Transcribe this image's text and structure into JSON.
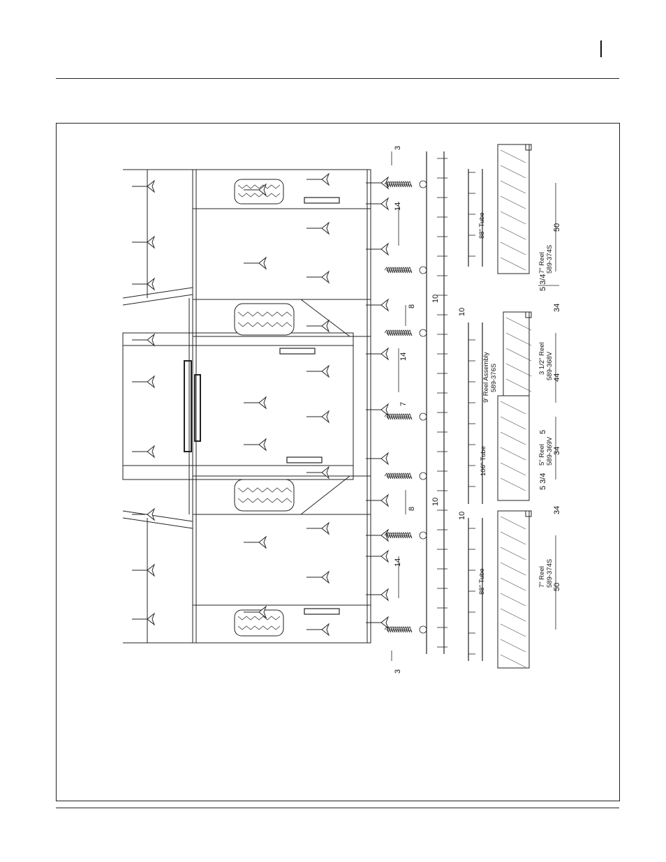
{
  "labels": {
    "reel_top": {
      "size": "7\" Reel",
      "part": "589-374S"
    },
    "tube_top": "88\" Tube",
    "reel_assembly": {
      "size": "9' Reel Assembly",
      "part": "589-376S"
    },
    "reel_center_a": {
      "size": "3 1/2\" Reel",
      "part": "589-368V"
    },
    "reel_center_b": {
      "size": "5\" Reel",
      "part": "589-369V"
    },
    "tube_center": "106\" Tube",
    "reel_bottom": {
      "size": "7\" Reel",
      "part": "589-374S"
    },
    "tube_bottom": "88\" Tube"
  },
  "dimensions": {
    "top_3": "3",
    "top_14": "14",
    "top_50": "50",
    "top_52": "5 3/4",
    "top_34": "34",
    "top_8": "8",
    "top_10a": "10",
    "top_10b": "10",
    "center_14": "14",
    "center_44": "44",
    "center_7": "7",
    "center_5": "5",
    "center_34": "34",
    "center_52": "5 3/4",
    "center_8": "8",
    "center_10a": "10",
    "center_10b": "10",
    "bottom_34": "34",
    "bottom_14": "14",
    "bottom_50": "50",
    "bottom_3": "3"
  }
}
